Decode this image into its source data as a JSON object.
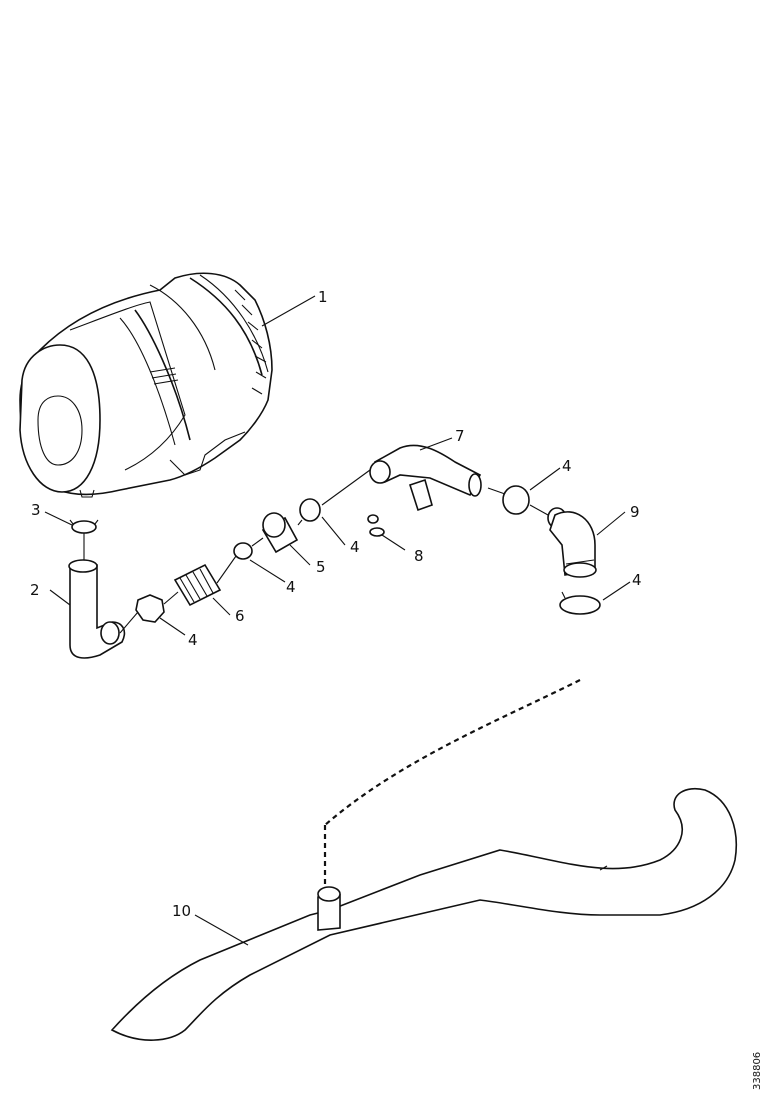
{
  "callouts": [
    {
      "id": "1",
      "label": "1"
    },
    {
      "id": "2",
      "label": "2"
    },
    {
      "id": "3",
      "label": "3"
    },
    {
      "id": "4a",
      "label": "4"
    },
    {
      "id": "4b",
      "label": "4"
    },
    {
      "id": "4c",
      "label": "4"
    },
    {
      "id": "4d",
      "label": "4"
    },
    {
      "id": "4e",
      "label": "4"
    },
    {
      "id": "4f",
      "label": "4"
    },
    {
      "id": "5",
      "label": "5"
    },
    {
      "id": "6",
      "label": "6"
    },
    {
      "id": "7",
      "label": "7"
    },
    {
      "id": "8",
      "label": "8"
    },
    {
      "id": "9",
      "label": "9"
    },
    {
      "id": "10",
      "label": "10"
    }
  ],
  "document_number": "338806"
}
